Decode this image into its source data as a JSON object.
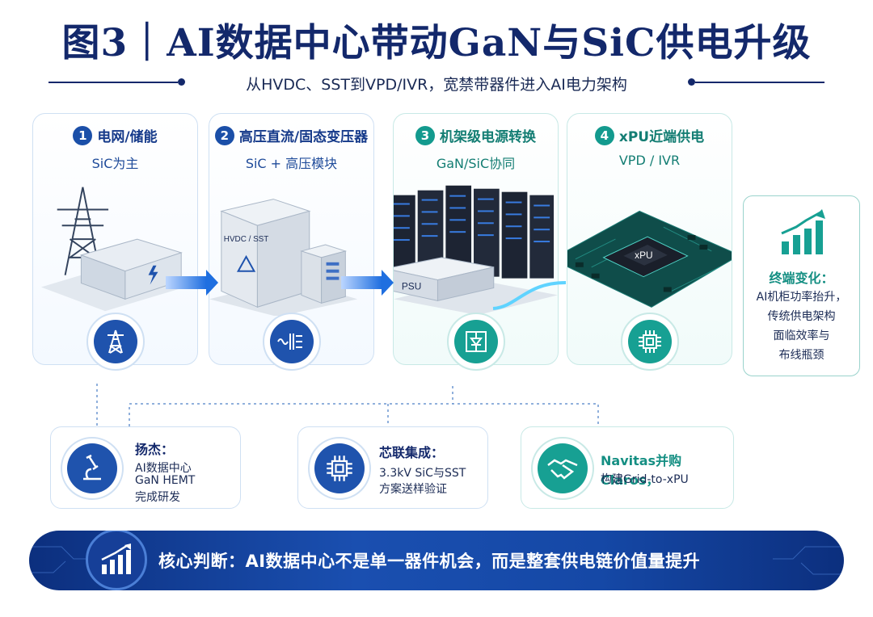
{
  "header": {
    "title": "图3｜AI数据中心带动GaN与SiC供电升级",
    "subtitle": "从HVDC、SST到VPD/IVR，宽禁带器件进入AI电力架构"
  },
  "stages": [
    {
      "num": "1",
      "title": "电网/储能",
      "sub": "SiC为主",
      "icon": "power-tower-icon",
      "color": "#1f53ad"
    },
    {
      "num": "2",
      "title": "高压直流/固态变压器",
      "sub": "SiC + 高压模块",
      "icon": "transformer-icon",
      "color": "#1f53ad",
      "label": "HVDC / SST"
    },
    {
      "num": "3",
      "title": "机架级电源转换",
      "sub": "GaN/SiC协同",
      "icon": "converter-icon",
      "color": "#17a093",
      "label": "PSU"
    },
    {
      "num": "4",
      "title": "xPU近端供电",
      "sub": "VPD / IVR",
      "icon": "chip-icon",
      "color": "#17a093",
      "label": "xPU"
    }
  ],
  "side_card": {
    "title": "终端变化：",
    "lines": [
      "AI机柜功率抬升，",
      "传统供电架构",
      "面临效率与",
      "布线瓶颈"
    ],
    "icon": "growth-chart-icon"
  },
  "notes": [
    {
      "title": "扬杰：",
      "lines": [
        "AI数据中心",
        "GaN HEMT",
        "完成研发"
      ],
      "icon": "microscope-icon"
    },
    {
      "title": "芯联集成：",
      "lines": [
        "3.3kV SiC与SST",
        "方案送样验证"
      ],
      "icon": "chip-icon"
    },
    {
      "title": "Navitas并购Claros，",
      "lines": [
        "构建Grid-to-xPU"
      ],
      "icon": "handshake-icon"
    }
  ],
  "banner": {
    "text": "核心判断：AI数据中心不是单一器件机会，而是整套供电链价值量提升",
    "icon": "bar-growth-icon"
  },
  "colors": {
    "navy": "#13286b",
    "blue": "#1f53ad",
    "teal": "#17a093"
  }
}
